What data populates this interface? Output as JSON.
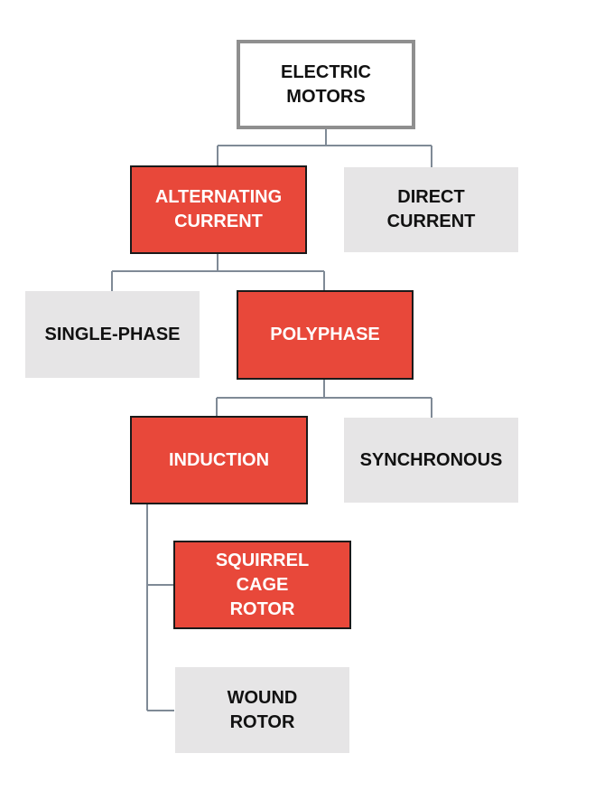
{
  "colors": {
    "highlight_fill": "#e8483a",
    "highlight_border": "#1a1a1a",
    "gray_fill": "#e6e5e6",
    "root_border": "#8f8f8f",
    "connector": "#7f8a96"
  },
  "nodes": {
    "root": "ELECTRIC\nMOTORS",
    "alternating_current": "ALTERNATING\nCURRENT",
    "direct_current": "DIRECT\nCURRENT",
    "single_phase": "SINGLE-PHASE",
    "polyphase": "POLYPHASE",
    "induction": "INDUCTION",
    "synchronous": "SYNCHRONOUS",
    "squirrel_cage_rotor": "SQUIRREL\nCAGE\nROTOR",
    "wound_rotor": "WOUND\nROTOR"
  },
  "edges": [
    [
      "root",
      "alternating_current"
    ],
    [
      "root",
      "direct_current"
    ],
    [
      "alternating_current",
      "single_phase"
    ],
    [
      "alternating_current",
      "polyphase"
    ],
    [
      "polyphase",
      "induction"
    ],
    [
      "polyphase",
      "synchronous"
    ],
    [
      "induction",
      "squirrel_cage_rotor"
    ],
    [
      "induction",
      "wound_rotor"
    ]
  ]
}
